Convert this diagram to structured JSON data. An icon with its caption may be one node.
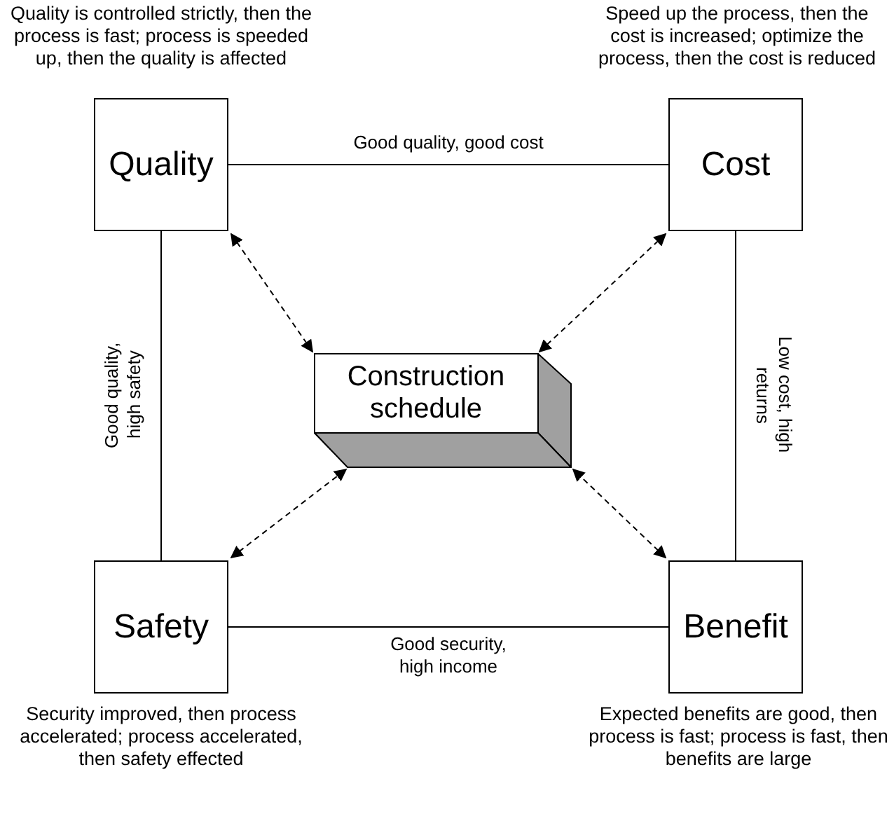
{
  "diagram": {
    "nodes": [
      {
        "text": [
          "Quality"
        ],
        "beside": [
          "Quality is controlled strictly, then the process is fast; process is speeded up, then the quality is affected"
        ]
      },
      {
        "text": [
          "Cost"
        ],
        "beside": [
          "Speed up the process, then the cost is increased; optimize the process, then the cost is reduced"
        ]
      },
      {
        "text": [
          "Construction schedule"
        ]
      },
      {
        "text": [
          "Safety"
        ],
        "beside": [
          "Security improved, then process accelerated; process accelerated, then safety effected"
        ]
      },
      {
        "text": [
          "Benefit"
        ],
        "beside": [
          "Expected benefits are good, then process is fast; process is fast, then benefits are large"
        ]
      }
    ],
    "edges": [
      {
        "from": 0,
        "to": 1,
        "arrow": "none",
        "label": "Good quality, good cost"
      },
      {
        "from": 0,
        "to": 3,
        "arrow": "none",
        "label": "Good quality, high safety"
      },
      {
        "from": 1,
        "to": 4,
        "arrow": "none",
        "label": "Low cost, high returns"
      },
      {
        "from": 3,
        "to": 4,
        "arrow": "none",
        "label": "Good security, high income"
      },
      {
        "from": 0,
        "to": 2,
        "arrow": "both",
        "style": "dashed"
      },
      {
        "from": 1,
        "to": 2,
        "arrow": "both",
        "style": "dashed"
      },
      {
        "from": 3,
        "to": 2,
        "arrow": "both",
        "style": "dashed"
      },
      {
        "from": 4,
        "to": 2,
        "arrow": "both",
        "style": "dashed"
      }
    ]
  }
}
